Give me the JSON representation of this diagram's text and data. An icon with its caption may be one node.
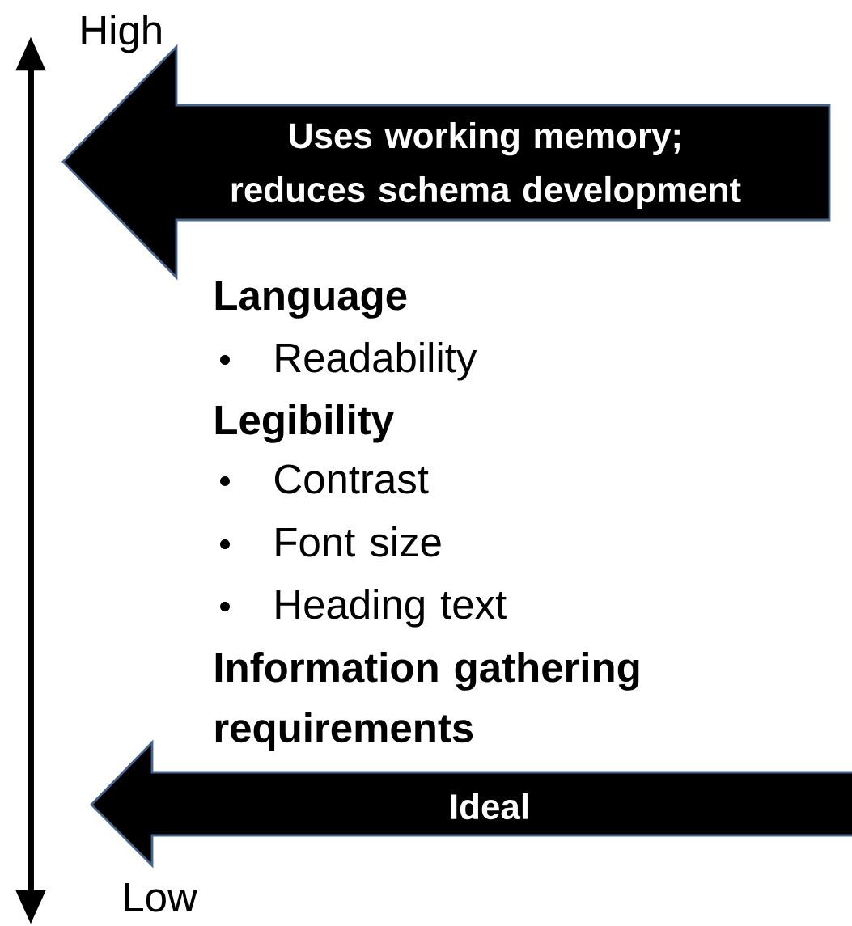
{
  "diagram": {
    "nodes": [
      {
        "text": [
          "Uses working memory; reduces schema development"
        ]
      },
      {
        "text": [
          "Ideal"
        ]
      }
    ],
    "labels": [
      "High",
      "Language",
      "Readability",
      "Legibility",
      "Contrast",
      "Font size",
      "Heading text",
      "Information gathering requirements",
      "Low"
    ]
  }
}
